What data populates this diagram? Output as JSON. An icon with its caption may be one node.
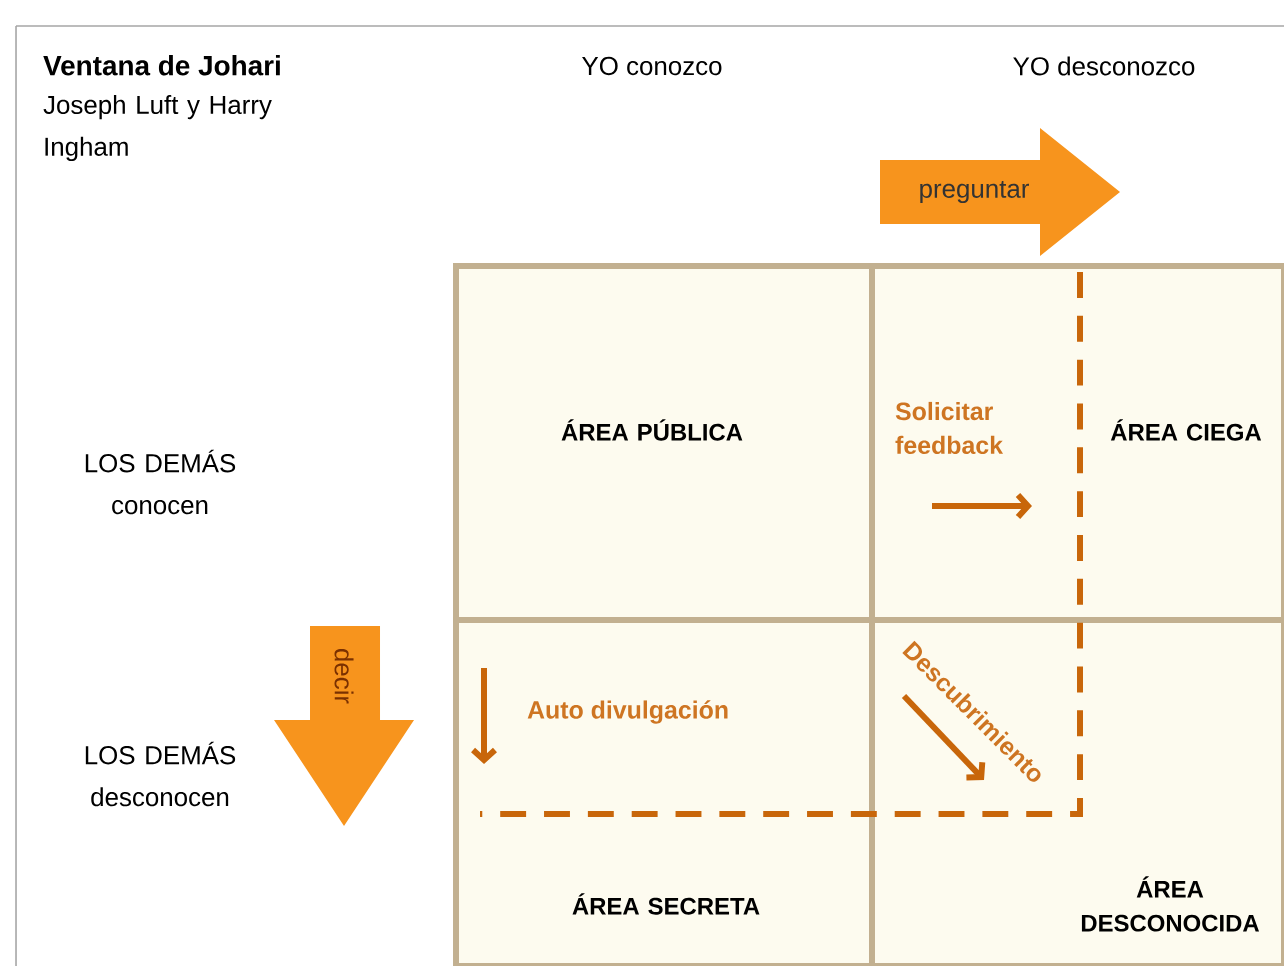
{
  "diagram": {
    "title": "Ventana de Johari",
    "nodes": [
      {
        "text": [
          "ÁREA PÚBLICA"
        ]
      },
      {
        "text": [
          "ÁREA CIEGA"
        ]
      },
      {
        "text": [
          "ÁREA SECRETA"
        ]
      },
      {
        "text": [
          "ÁREA DESCONOCIDA"
        ]
      }
    ],
    "labels": [
      "Joseph Luft y Harry Ingham",
      "YO conozco",
      "YO desconozco",
      "preguntar",
      "LOS DEMÁS conocen",
      "LOS DEMÁS desconocen",
      "decir",
      "Solicitar feedback",
      "Auto divulgación",
      "Descubrimiento"
    ]
  }
}
